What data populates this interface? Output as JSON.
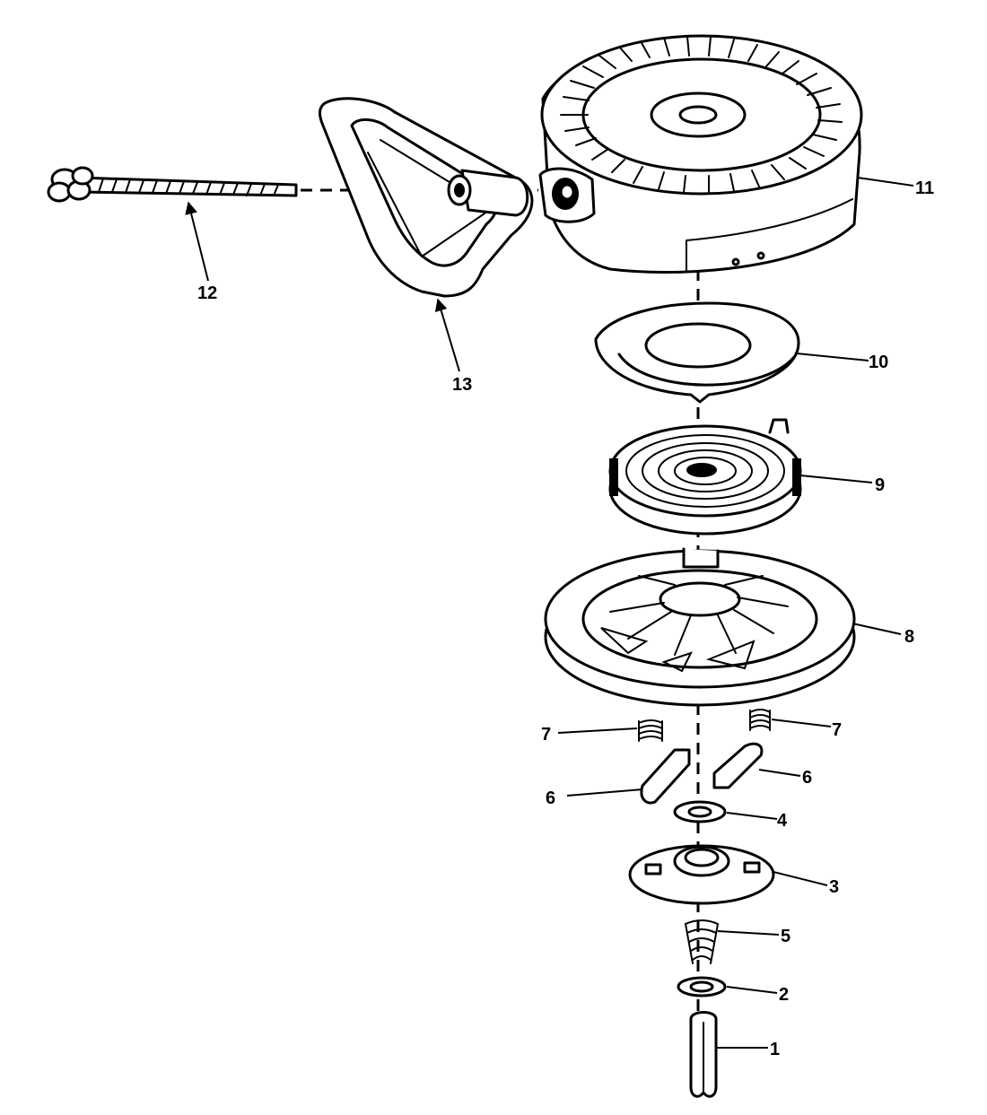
{
  "callouts": {
    "p1": "1",
    "p2": "2",
    "p3": "3",
    "p4": "4",
    "p5": "5",
    "p6a": "6",
    "p6b": "6",
    "p7a": "7",
    "p7b": "7",
    "p8": "8",
    "p9": "9",
    "p10": "10",
    "p11": "11",
    "p12": "12",
    "p13": "13"
  },
  "colors": {
    "line": "#000000",
    "background": "#ffffff"
  }
}
